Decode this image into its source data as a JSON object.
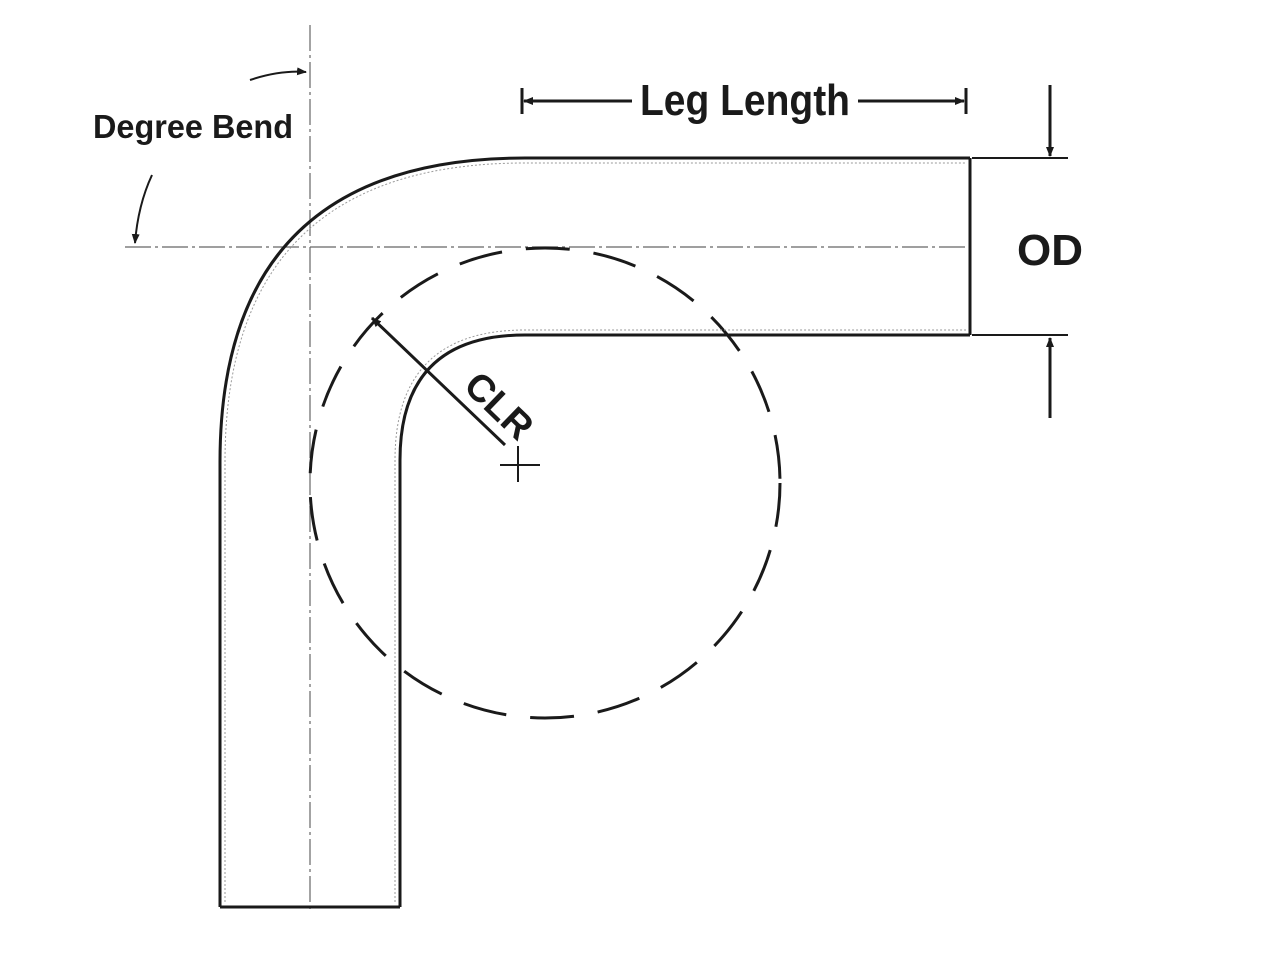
{
  "labels": {
    "degree_bend": "Degree Bend",
    "leg_length": "Leg Length",
    "od": "OD",
    "clr": "CLR"
  },
  "colors": {
    "line": "#1a1a1a",
    "centerline": "#555555",
    "background": "#ffffff"
  }
}
